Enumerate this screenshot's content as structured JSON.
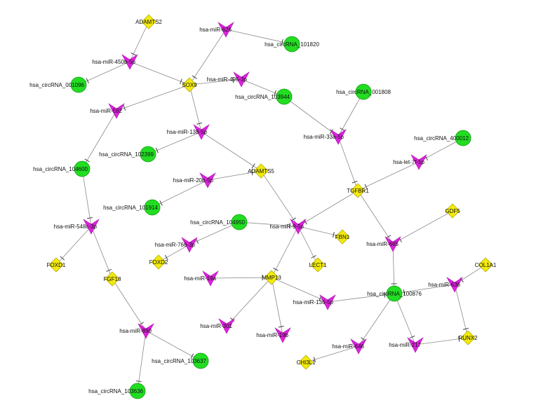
{
  "colors": {
    "circrna": "#22dd22",
    "mirna": "#dd22dd",
    "gene": "#f2ea10",
    "edge": "#8a8a8a"
  },
  "legend_types": {
    "circrna": "circle",
    "mirna": "v-shape",
    "gene": "diamond"
  },
  "nodes": [
    {
      "id": "ADAMTS2",
      "label": "ADAMTS2",
      "type": "gene"
    },
    {
      "id": "hsa-miR-626",
      "label": "hsa-miR-626",
      "type": "mirna"
    },
    {
      "id": "hsa_circRNA_101820",
      "label": "hsa_circRNA_101820",
      "type": "circrna"
    },
    {
      "id": "hsa-miR-450b-5p",
      "label": "hsa-miR-450b-5p",
      "type": "mirna"
    },
    {
      "id": "hsa_circRNA_001096",
      "label": "hsa_circRNA_001096",
      "type": "circrna"
    },
    {
      "id": "SOX9",
      "label": "SOX9",
      "type": "gene"
    },
    {
      "id": "hsa-miR-495-3p",
      "label": "hsa-miR-495-3p",
      "type": "mirna"
    },
    {
      "id": "hsa_circRNA_103944",
      "label": "hsa_circRNA_103944",
      "type": "circrna"
    },
    {
      "id": "hsa_circRNA_001808",
      "label": "hsa_circRNA_001808",
      "type": "circrna"
    },
    {
      "id": "hsa-miR-592",
      "label": "hsa-miR-592",
      "type": "mirna"
    },
    {
      "id": "hsa-miR-138-5p",
      "label": "hsa-miR-138-5p",
      "type": "mirna"
    },
    {
      "id": "hsa-miR-33a-5p",
      "label": "hsa-miR-33a-5p",
      "type": "mirna"
    },
    {
      "id": "hsa_circRNA_400012",
      "label": "hsa_circRNA_400012",
      "type": "circrna"
    },
    {
      "id": "hsa_circRNA_102399",
      "label": "hsa_circRNA_102399",
      "type": "circrna"
    },
    {
      "id": "hsa-let-7f-5p",
      "label": "hsa-let-7f-5p",
      "type": "mirna"
    },
    {
      "id": "hsa_circRNA_104600",
      "label": "hsa_circRNA_104600",
      "type": "circrna"
    },
    {
      "id": "ADAMTS5",
      "label": "ADAMTS5",
      "type": "gene"
    },
    {
      "id": "hsa-miR-20b-5p",
      "label": "hsa-miR-20b-5p",
      "type": "mirna"
    },
    {
      "id": "TGFBR1",
      "label": "TGFBR1",
      "type": "gene"
    },
    {
      "id": "hsa_circRNA_101914",
      "label": "hsa_circRNA_101914",
      "type": "circrna"
    },
    {
      "id": "GDF5",
      "label": "GDF5",
      "type": "gene"
    },
    {
      "id": "hsa-miR-548c-3p",
      "label": "hsa-miR-548c-3p",
      "type": "mirna"
    },
    {
      "id": "hsa_circRNA_104950",
      "label": "hsa_circRNA_104950",
      "type": "circrna"
    },
    {
      "id": "hsa-miR-9-5p",
      "label": "hsa-miR-9-5p",
      "type": "mirna"
    },
    {
      "id": "FBN1",
      "label": "FBN1",
      "type": "gene"
    },
    {
      "id": "hsa-miR-665",
      "label": "hsa-miR-665",
      "type": "mirna"
    },
    {
      "id": "COL1A1",
      "label": "COL1A1",
      "type": "gene"
    },
    {
      "id": "hsa-miR-766-3p",
      "label": "hsa-miR-766-3p",
      "type": "mirna"
    },
    {
      "id": "FOXD2",
      "label": "FOXD2",
      "type": "gene"
    },
    {
      "id": "LECT1",
      "label": "LECT1",
      "type": "gene"
    },
    {
      "id": "FOXD1",
      "label": "FOXD1",
      "type": "gene"
    },
    {
      "id": "MMP13",
      "label": "MMP13",
      "type": "gene"
    },
    {
      "id": "hsa-miR-19a",
      "label": "hsa-miR-19a",
      "type": "mirna"
    },
    {
      "id": "FGF18",
      "label": "FGF18",
      "type": "gene"
    },
    {
      "id": "hsa-miR-636",
      "label": "hsa-miR-636",
      "type": "mirna"
    },
    {
      "id": "hsa_circRNA_100876",
      "label": "hsa_circRNA_100876",
      "type": "circrna"
    },
    {
      "id": "hsa-miR-136-5p",
      "label": "hsa-miR-136-5p",
      "type": "mirna"
    },
    {
      "id": "hsa-miR-301",
      "label": "hsa-miR-301",
      "type": "mirna"
    },
    {
      "id": "hsa-miR-890",
      "label": "hsa-miR-890",
      "type": "mirna"
    },
    {
      "id": "hsa-miR-19b",
      "label": "hsa-miR-19b",
      "type": "mirna"
    },
    {
      "id": "RUNX2",
      "label": "RUNX2",
      "type": "gene"
    },
    {
      "id": "hsa-miR-646",
      "label": "hsa-miR-646",
      "type": "mirna"
    },
    {
      "id": "hsa-miR-217",
      "label": "hsa-miR-217",
      "type": "mirna"
    },
    {
      "id": "hsa_circRNA_103637",
      "label": "hsa_circRNA_103637",
      "type": "circrna"
    },
    {
      "id": "CHI3L1",
      "label": "CHI3L1",
      "type": "gene"
    },
    {
      "id": "hsa_circRNA_103636",
      "label": "hsa_circRNA_103636",
      "type": "circrna"
    }
  ],
  "edges": [
    {
      "source": "ADAMTS2",
      "target": "hsa-miR-450b-5p"
    },
    {
      "source": "hsa-miR-450b-5p",
      "target": "hsa_circRNA_001096"
    },
    {
      "source": "hsa-miR-450b-5p",
      "target": "SOX9"
    },
    {
      "source": "hsa-miR-626",
      "target": "hsa_circRNA_101820"
    },
    {
      "source": "hsa-miR-626",
      "target": "SOX9"
    },
    {
      "source": "SOX9",
      "target": "hsa-miR-495-3p"
    },
    {
      "source": "hsa-miR-495-3p",
      "target": "hsa_circRNA_103944"
    },
    {
      "source": "SOX9",
      "target": "hsa-miR-592"
    },
    {
      "source": "SOX9",
      "target": "hsa-miR-138-5p"
    },
    {
      "source": "hsa-miR-592",
      "target": "hsa_circRNA_104600"
    },
    {
      "source": "hsa_circRNA_103944",
      "target": "hsa-miR-33a-5p"
    },
    {
      "source": "hsa_circRNA_001808",
      "target": "hsa-miR-33a-5p"
    },
    {
      "source": "hsa-miR-33a-5p",
      "target": "TGFBR1"
    },
    {
      "source": "hsa-miR-138-5p",
      "target": "hsa_circRNA_102399"
    },
    {
      "source": "hsa-miR-138-5p",
      "target": "ADAMTS5"
    },
    {
      "source": "hsa_circRNA_400012",
      "target": "hsa-let-7f-5p"
    },
    {
      "source": "hsa-let-7f-5p",
      "target": "TGFBR1"
    },
    {
      "source": "hsa-miR-20b-5p",
      "target": "ADAMTS5"
    },
    {
      "source": "hsa-miR-20b-5p",
      "target": "hsa_circRNA_101914"
    },
    {
      "source": "ADAMTS5",
      "target": "hsa-miR-9-5p"
    },
    {
      "source": "TGFBR1",
      "target": "hsa-miR-9-5p"
    },
    {
      "source": "TGFBR1",
      "target": "hsa-miR-665"
    },
    {
      "source": "hsa_circRNA_104600",
      "target": "hsa-miR-548c-3p"
    },
    {
      "source": "hsa-miR-548c-3p",
      "target": "FOXD1"
    },
    {
      "source": "hsa-miR-548c-3p",
      "target": "FGF18"
    },
    {
      "source": "hsa_circRNA_104950",
      "target": "hsa-miR-9-5p"
    },
    {
      "source": "hsa_circRNA_104950",
      "target": "hsa-miR-766-3p"
    },
    {
      "source": "hsa-miR-766-3p",
      "target": "FOXD2"
    },
    {
      "source": "hsa-miR-9-5p",
      "target": "FBN1"
    },
    {
      "source": "hsa-miR-9-5p",
      "target": "LECT1"
    },
    {
      "source": "hsa-miR-9-5p",
      "target": "MMP13"
    },
    {
      "source": "GDF5",
      "target": "hsa-miR-665"
    },
    {
      "source": "hsa-miR-665",
      "target": "hsa_circRNA_100876"
    },
    {
      "source": "COL1A1",
      "target": "hsa-miR-636"
    },
    {
      "source": "hsa-miR-636",
      "target": "hsa_circRNA_100876"
    },
    {
      "source": "hsa-miR-636",
      "target": "RUNX2"
    },
    {
      "source": "hsa-miR-19a",
      "target": "MMP13"
    },
    {
      "source": "MMP13",
      "target": "hsa-miR-136-5p"
    },
    {
      "source": "MMP13",
      "target": "hsa-miR-301"
    },
    {
      "source": "MMP13",
      "target": "hsa-miR-19b"
    },
    {
      "source": "hsa-miR-136-5p",
      "target": "hsa_circRNA_100876"
    },
    {
      "source": "hsa_circRNA_100876",
      "target": "hsa-miR-646"
    },
    {
      "source": "hsa_circRNA_100876",
      "target": "hsa-miR-217"
    },
    {
      "source": "hsa-miR-217",
      "target": "RUNX2"
    },
    {
      "source": "hsa-miR-646",
      "target": "CHI3L1"
    },
    {
      "source": "FGF18",
      "target": "hsa-miR-890"
    },
    {
      "source": "hsa-miR-890",
      "target": "hsa_circRNA_103637"
    },
    {
      "source": "hsa-miR-890",
      "target": "hsa_circRNA_103636"
    }
  ]
}
